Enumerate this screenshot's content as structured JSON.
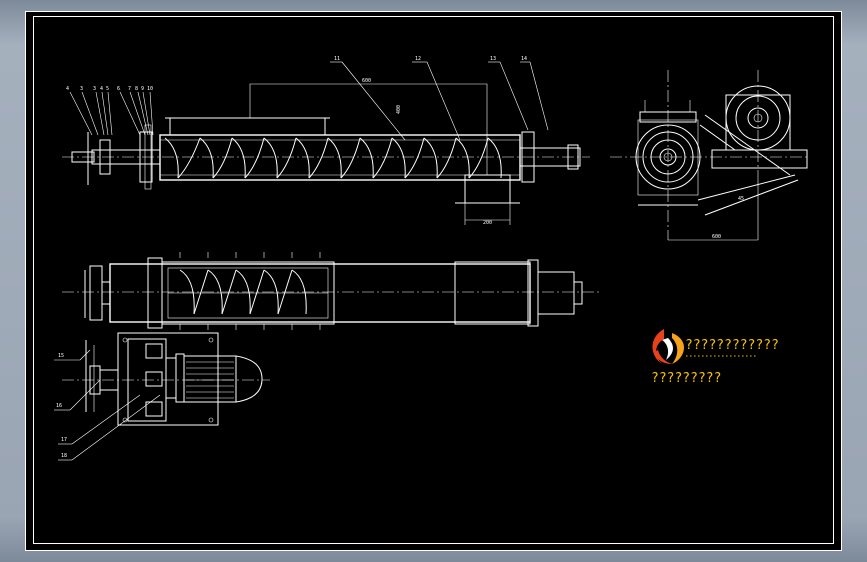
{
  "drawing": {
    "part_labels_top": [
      "4",
      "3",
      "3",
      "4",
      "5",
      "6",
      "7",
      "8",
      "9",
      "10"
    ],
    "label_11": "11",
    "label_12": "12",
    "label_13": "13",
    "label_14": "14",
    "label_15": "15",
    "label_16": "16",
    "label_17": "17",
    "label_18": "18",
    "dim_top_span": "600",
    "dim_outlet": "200",
    "dim_side_width": "600",
    "dim_side_angle": "45",
    "dim_vertical": "400"
  },
  "title_block": {
    "line1": "????????????",
    "line2": "?????????",
    "logo_colors": [
      "#e8421c",
      "#f7a21b",
      "#ffffff"
    ]
  }
}
